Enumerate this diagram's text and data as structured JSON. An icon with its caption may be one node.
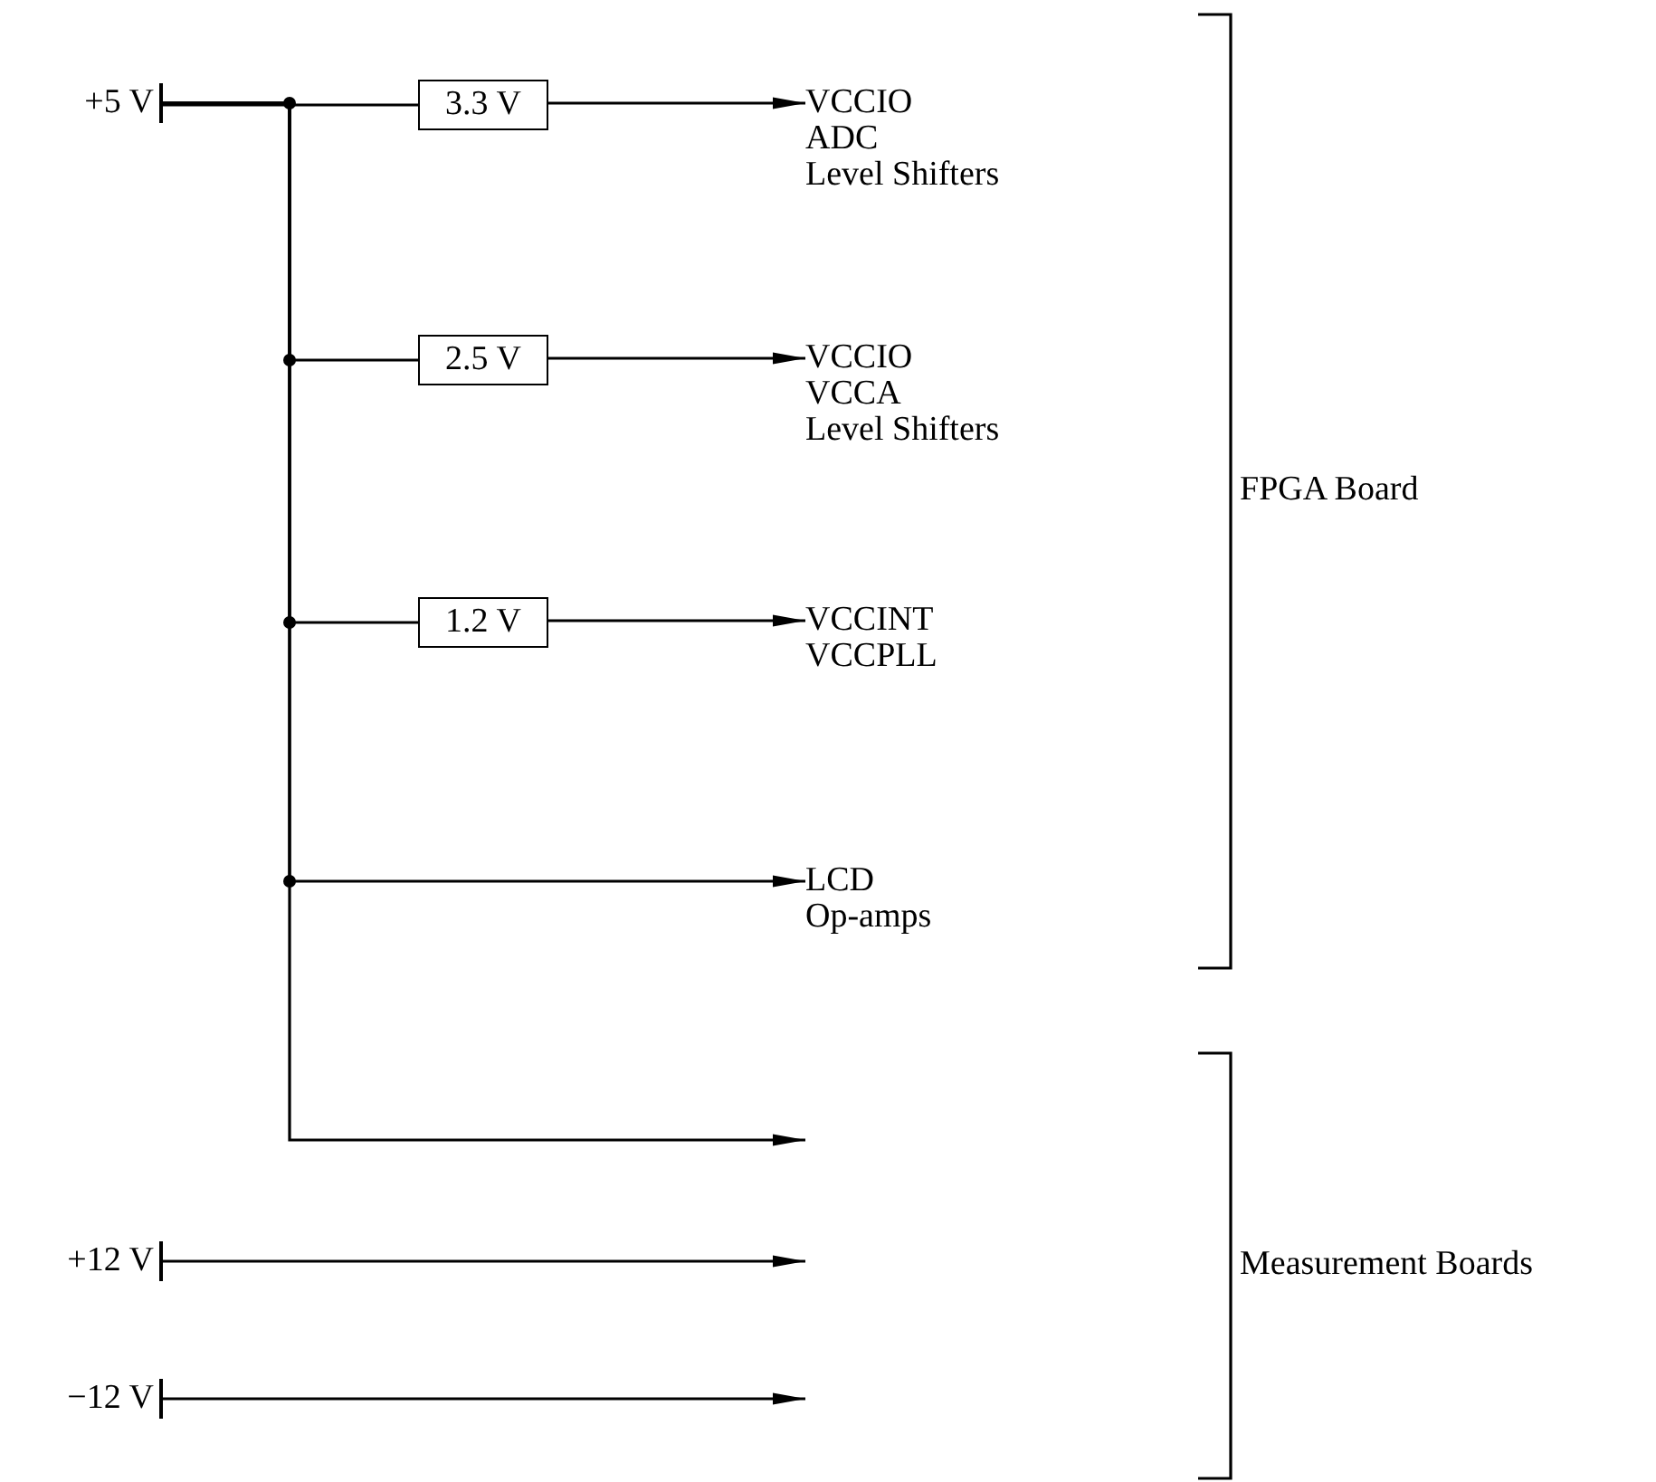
{
  "diagram": {
    "nodes": [
      {
        "text": [
          "+5 V"
        ]
      },
      {
        "text": [
          "3.3 V"
        ]
      },
      {
        "text": [
          "2.5 V"
        ]
      },
      {
        "text": [
          "1.2 V"
        ]
      },
      {
        "text": [
          "VCCIO",
          "ADC",
          "Level Shifters"
        ]
      },
      {
        "text": [
          "VCCIO",
          "VCCA",
          "Level Shifters"
        ]
      },
      {
        "text": [
          "VCCINT",
          "VCCPLL"
        ]
      },
      {
        "text": [
          "LCD",
          "Op-amps"
        ]
      },
      {
        "text": [
          "+12 V"
        ]
      },
      {
        "text": [
          "−12 V"
        ]
      }
    ],
    "edges": [
      {
        "from": 0,
        "to": 1,
        "arrow": "none"
      },
      {
        "from": 1,
        "to": 4,
        "arrow": "to"
      },
      {
        "from": 0,
        "to": 2,
        "arrow": "none"
      },
      {
        "from": 2,
        "to": 5,
        "arrow": "to"
      },
      {
        "from": 0,
        "to": 3,
        "arrow": "none"
      },
      {
        "from": 3,
        "to": 6,
        "arrow": "to"
      },
      {
        "from": 0,
        "to": 7,
        "arrow": "to"
      },
      {
        "from": 0,
        "to": null,
        "arrow": "to"
      },
      {
        "from": 8,
        "to": null,
        "arrow": "to"
      },
      {
        "from": 9,
        "to": null,
        "arrow": "to"
      }
    ],
    "labels": [
      "FPGA Board",
      "Measurement Boards"
    ]
  }
}
